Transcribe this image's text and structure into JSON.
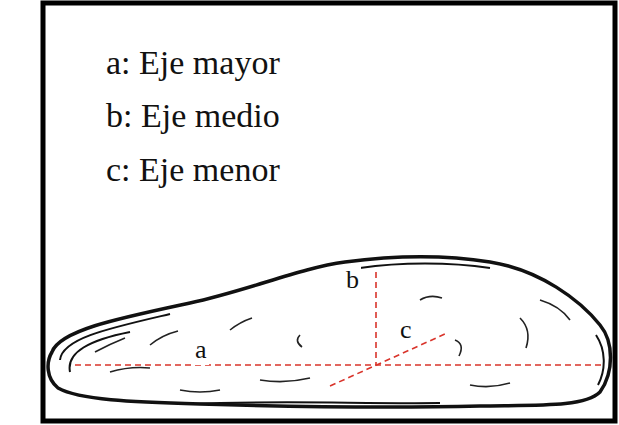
{
  "diagram": {
    "labels": [
      "a: Eje mayor",
      "b: Eje medio",
      "c: Eje menor",
      "a",
      "b",
      "c"
    ]
  }
}
